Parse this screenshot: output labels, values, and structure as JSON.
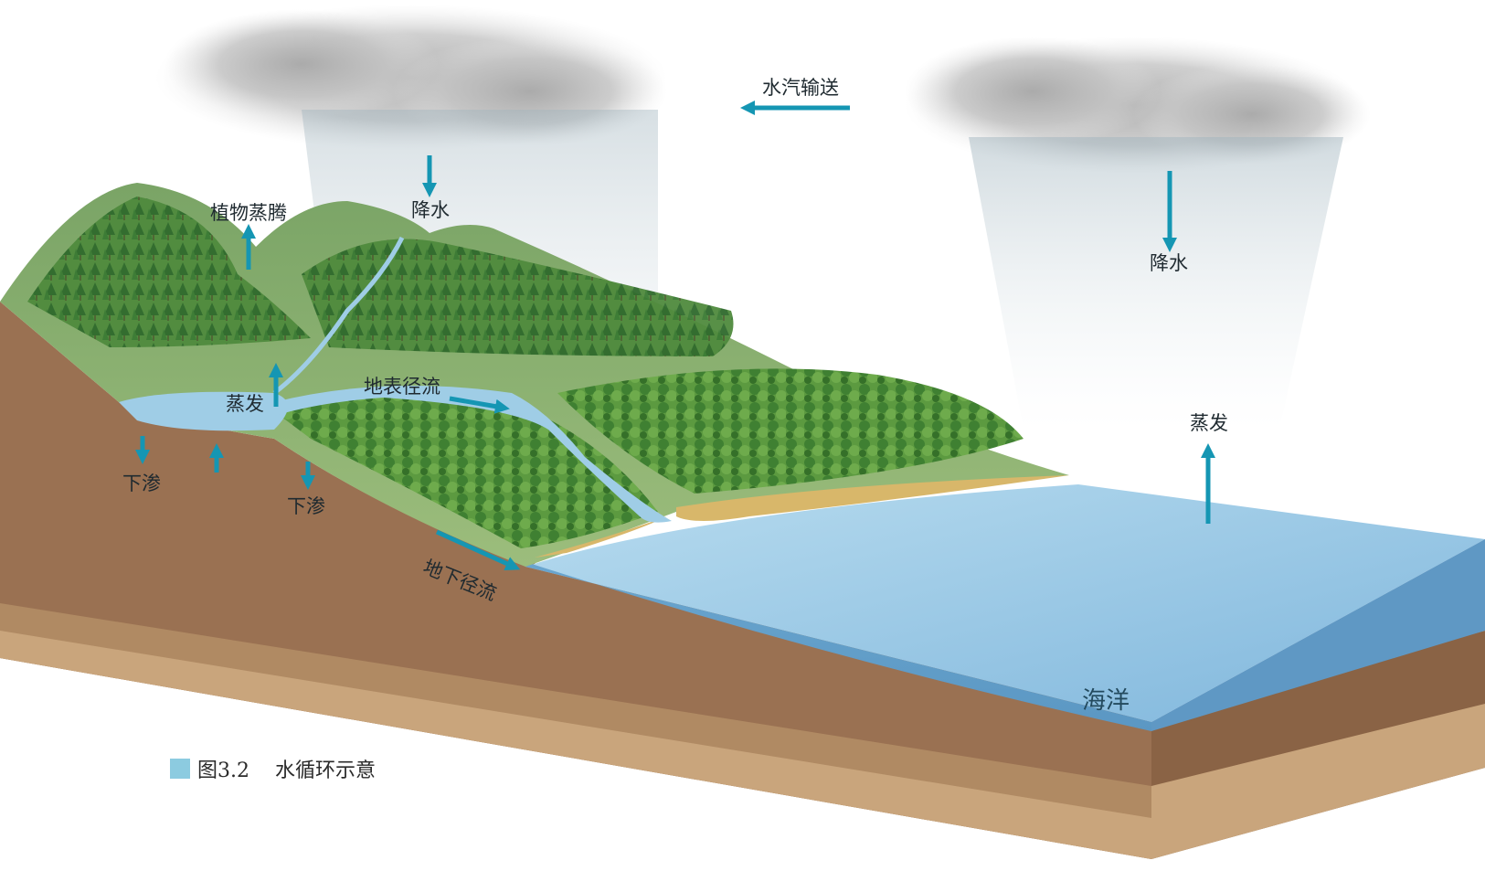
{
  "diagram": {
    "labels": {
      "vapor_transport": "水汽输送",
      "precipitation_land": "降水",
      "precipitation_ocean": "降水",
      "transpiration": "植物蒸腾",
      "evaporation_lake": "蒸发",
      "evaporation_ocean": "蒸发",
      "surface_runoff": "地表径流",
      "groundwater_runoff": "地下径流",
      "infiltration_left": "下渗",
      "infiltration_right": "下渗",
      "ocean": "海洋"
    },
    "caption": {
      "figure_number": "图3.2",
      "title": "水循环示意"
    },
    "colors": {
      "arrow": "#1596b3",
      "soil": "#9a7152",
      "water": "#7fb7d9",
      "forest": "#3f7d35",
      "sand": "#d8b76a",
      "caption_box": "#8ccbe0"
    }
  }
}
